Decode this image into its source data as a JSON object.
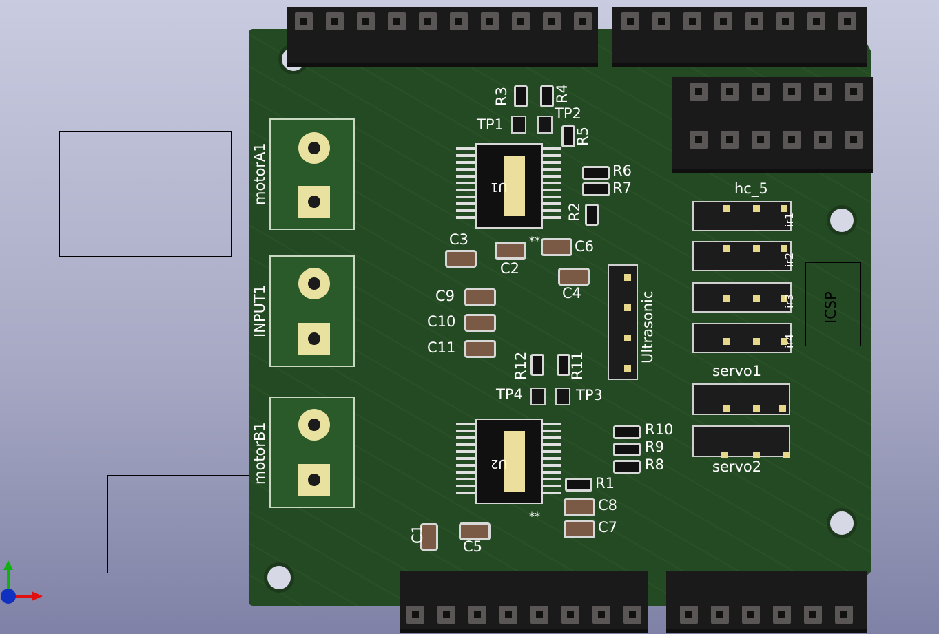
{
  "labels": {
    "motorA1": "motorA1",
    "input1": "INPUT1",
    "motorB1": "motorB1",
    "ultrasonic": "Ultrasonic",
    "icsp": "ICSP",
    "hc5": "hc_5",
    "servo1": "servo1",
    "servo2": "servo2",
    "ir1": "ir1",
    "ir2": "ir2",
    "ir3": "ir3",
    "ir4": "ir4",
    "u1": "U1",
    "u2": "U2",
    "tp1": "TP1",
    "tp2": "TP2",
    "tp3": "TP3",
    "tp4": "TP4",
    "r1": "R1",
    "r2": "R2",
    "r3": "R3",
    "r4": "R4",
    "r5": "R5",
    "r6": "R6",
    "r7": "R7",
    "r8": "R8",
    "r9": "R9",
    "r10": "R10",
    "r11": "R11",
    "r12": "R12",
    "c1": "C1",
    "c2": "C2",
    "c3": "C3",
    "c4": "C4",
    "c5": "C5",
    "c6": "C6",
    "c7": "C7",
    "c8": "C8",
    "c9": "C9",
    "c10": "C10",
    "c11": "C11",
    "pin1_mark_top": "**",
    "pin1_mark_bottom": "**"
  },
  "colors": {
    "board": "#244a23",
    "silk": "#ffffff",
    "pad": "#e8e1a0",
    "axis_x": "#e01010",
    "axis_y": "#10b010",
    "axis_z": "#1030c0"
  }
}
